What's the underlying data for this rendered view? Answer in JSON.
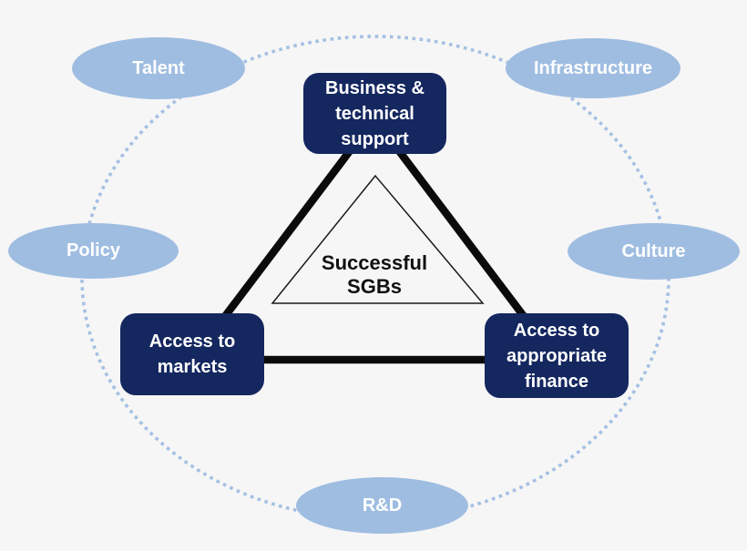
{
  "colors": {
    "background": "#f6f6f6",
    "pillar_fill": "#14275f",
    "pillar_text": "#ffffff",
    "factor_fill": "#9fbde1",
    "factor_text": "#ffffff",
    "ring_dots": "#a4c0e3",
    "triangle_line": "#0b0b0b",
    "center_text": "#111111"
  },
  "center": {
    "label": "Successful SGBs",
    "lines": [
      "Successful",
      "SGBs"
    ]
  },
  "pillars": [
    {
      "id": "business-technical-support",
      "label": "Business & technical support",
      "lines": [
        "Business &",
        "technical",
        "support"
      ]
    },
    {
      "id": "access-to-markets",
      "label": "Access to markets",
      "lines": [
        "Access to",
        "markets"
      ]
    },
    {
      "id": "access-to-appropriate-finance",
      "label": "Access to appropriate finance",
      "lines": [
        "Access to",
        "appropriate",
        "finance"
      ]
    }
  ],
  "factors": [
    {
      "id": "talent",
      "label": "Talent"
    },
    {
      "id": "infrastructure",
      "label": "Infrastructure"
    },
    {
      "id": "policy",
      "label": "Policy"
    },
    {
      "id": "culture",
      "label": "Culture"
    },
    {
      "id": "rd",
      "label": "R&D"
    }
  ],
  "edges": [
    {
      "from": "business-technical-support",
      "to": "access-to-markets"
    },
    {
      "from": "business-technical-support",
      "to": "access-to-appropriate-finance"
    },
    {
      "from": "access-to-markets",
      "to": "access-to-appropriate-finance"
    }
  ]
}
